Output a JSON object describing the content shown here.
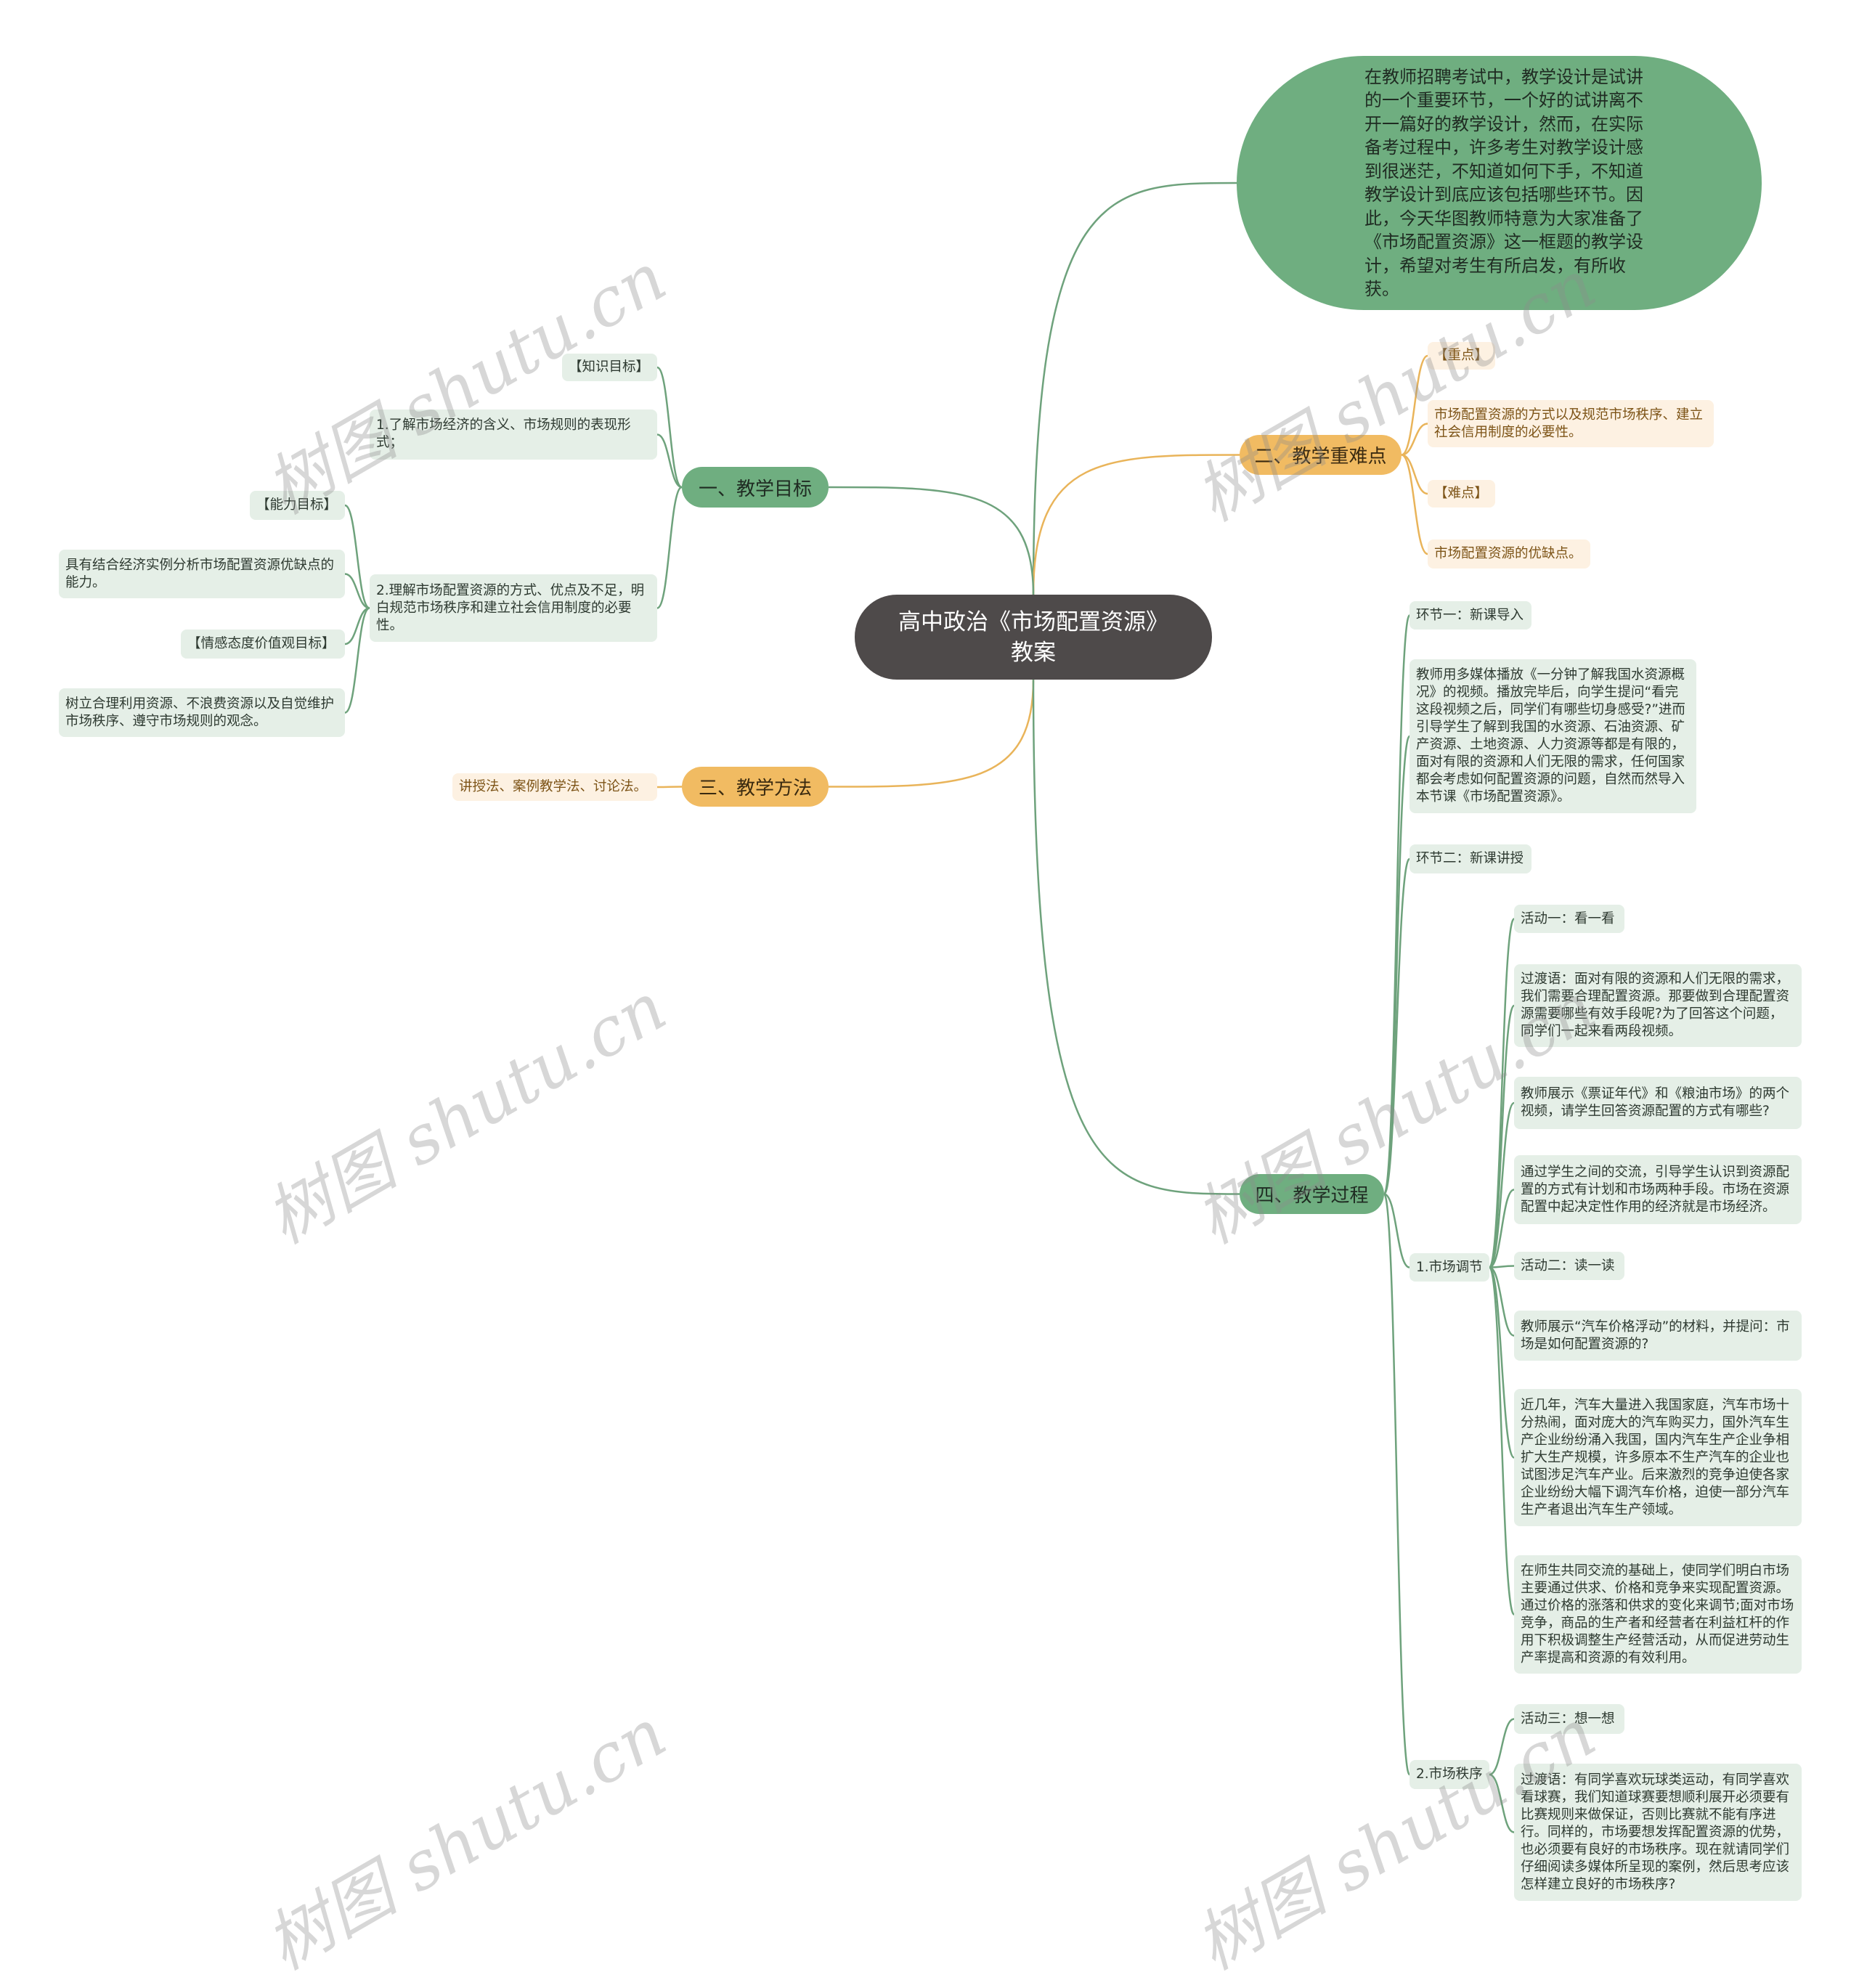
{
  "root": {
    "title": "高中政治《市场配置资源》教案"
  },
  "intro": {
    "text": "在教师招聘考试中，教学设计是试讲的一个重要环节，一个好的试讲离不开一篇好的教学设计，然而，在实际备考过程中，许多考生对教学设计感到很迷茫，不知道如何下手，不知道教学设计到底应该包括哪些环节。因此，今天华图教师特意为大家准备了《市场配置资源》这一框题的教学设计，希望对考生有所启发，有所收获。"
  },
  "goals": {
    "label": "一、教学目标",
    "knowledge_header": "【知识目标】",
    "item1": "1.了解市场经济的含义、市场规则的表现形式；",
    "item2": "2.理解市场配置资源的方式、优点及不足，明白规范市场秩序和建立社会信用制度的必要性。",
    "ability_header": "【能力目标】",
    "ability_text": "具有结合经济实例分析市场配置资源优缺点的能力。",
    "emotion_header": "【情感态度价值观目标】",
    "emotion_text": "树立合理利用资源、不浪费资源以及自觉维护市场秩序、遵守市场规则的观念。"
  },
  "keypoints": {
    "label": "二、教学重难点",
    "key_header": "【重点】",
    "key_text": "市场配置资源的方式以及规范市场秩序、建立社会信用制度的必要性。",
    "diff_header": "【难点】",
    "diff_text": "市场配置资源的优缺点。"
  },
  "methods": {
    "label": "三、教学方法",
    "text": "讲授法、案例教学法、讨论法。"
  },
  "process": {
    "label": "四、教学过程",
    "step1": "环节一：新课导入",
    "step1_text": "教师用多媒体播放《一分钟了解我国水资源概况》的视频。播放完毕后，向学生提问“看完这段视频之后，同学们有哪些切身感受?”进而引导学生了解到我国的水资源、石油资源、矿产资源、土地资源、人力资源等都是有限的，面对有限的资源和人们无限的需求，任何国家都会考虑如何配置资源的问题，自然而然导入本节课《市场配置资源》。",
    "step2": "环节二：新课讲授",
    "market_reg": "1.市场调节",
    "act1": "活动一：看一看",
    "act1_t1": "过渡语：面对有限的资源和人们无限的需求，我们需要合理配置资源。那要做到合理配置资源需要哪些有效手段呢?为了回答这个问题，同学们一起来看两段视频。",
    "act1_t2": "教师展示《票证年代》和《粮油市场》的两个视频，请学生回答资源配置的方式有哪些?",
    "act1_t3": "通过学生之间的交流，引导学生认识到资源配置的方式有计划和市场两种手段。市场在资源配置中起决定性作用的经济就是市场经济。",
    "act2": "活动二：读一读",
    "act2_t1": "教师展示“汽车价格浮动”的材料，并提问：市场是如何配置资源的?",
    "act2_t2": "近几年，汽车大量进入我国家庭，汽车市场十分热闹，面对庞大的汽车购买力，国外汽车生产企业纷纷涌入我国，国内汽车生产企业争相扩大生产规模，许多原本不生产汽车的企业也试图涉足汽车产业。后来激烈的竞争迫使各家企业纷纷大幅下调汽车价格，迫使一部分汽车生产者退出汽车生产领域。",
    "act2_t3": "在师生共同交流的基础上，使同学们明白市场主要通过供求、价格和竞争来实现配置资源。通过价格的涨落和供求的变化来调节;面对市场竞争，商品的生产者和经营者在利益杠杆的作用下积极调整生产经营活动，从而促进劳动生产率提高和资源的有效利用。",
    "market_order": "2.市场秩序",
    "act3": "活动三：想一想",
    "act3_t1": "过渡语：有同学喜欢玩球类运动，有同学喜欢看球赛，我们知道球赛要想顺利展开必须要有比赛规则来做保证，否则比赛就不能有序进行。同样的，市场要想发挥配置资源的优势，也必须要有良好的市场秩序。现在就请同学们仔细阅读多媒体所呈现的案例，然后思考应该怎样建立良好的市场秩序?"
  },
  "watermark": "树图 shutu.cn",
  "colors": {
    "green": "#6fae80",
    "orange": "#f1bb62",
    "root": "#4e4a4a",
    "green_line": "#6ea27c",
    "orange_line": "#e9b45a"
  }
}
